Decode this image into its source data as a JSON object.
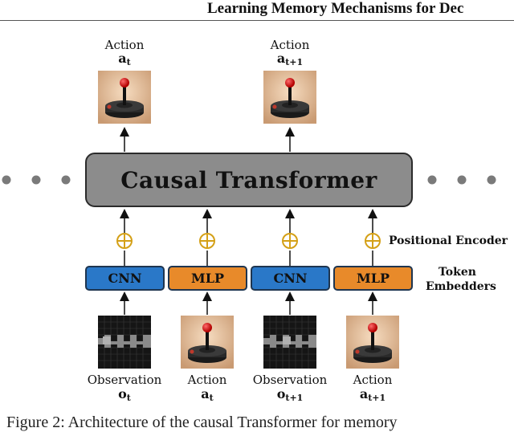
{
  "header": {
    "title": "Learning Memory Mechanisms for Dec"
  },
  "diagram": {
    "transformer_label": "Causal Transformer",
    "positional_encoder_label": "Positional Encoder",
    "token_embedders_line1": "Token",
    "token_embedders_line2": "Embedders",
    "embedders": [
      {
        "label": "CNN",
        "color": "#2a78c8"
      },
      {
        "label": "MLP",
        "color": "#e88a2a"
      },
      {
        "label": "CNN",
        "color": "#2a78c8"
      },
      {
        "label": "MLP",
        "color": "#e88a2a"
      }
    ],
    "outputs": [
      {
        "title": "Action",
        "symbol": "a",
        "subscript": "t"
      },
      {
        "title": "Action",
        "symbol": "a",
        "subscript": "t+1"
      }
    ],
    "inputs": [
      {
        "title": "Observation",
        "symbol": "o",
        "subscript": "t"
      },
      {
        "title": "Action",
        "symbol": "a",
        "subscript": "t"
      },
      {
        "title": "Observation",
        "symbol": "o",
        "subscript": "t+1"
      },
      {
        "title": "Action",
        "symbol": "a",
        "subscript": "t+1"
      }
    ],
    "plus_symbol": "⊕"
  },
  "caption": {
    "text": "Figure 2: Architecture of the causal Transformer for memory"
  },
  "colors": {
    "transformer_fill": "#8c8c8c",
    "cnn": "#2a78c8",
    "mlp": "#e88a2a",
    "plus": "#d4a017",
    "dots": "#7a7a7a"
  }
}
